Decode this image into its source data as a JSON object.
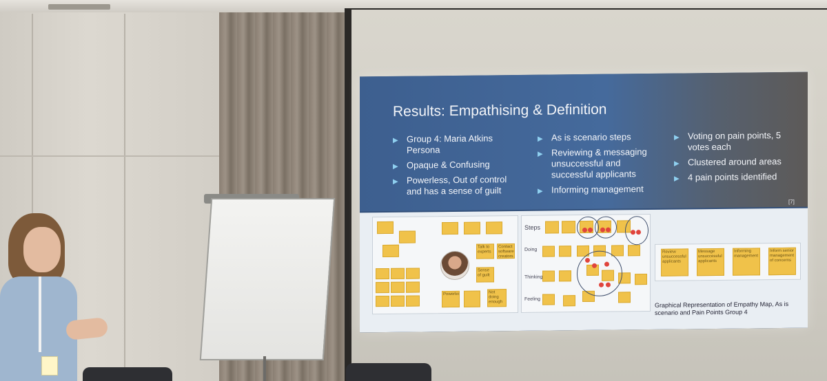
{
  "slide": {
    "title": "Results: Empathising & Definition",
    "columns": [
      {
        "items": [
          "Group 4: Maria Atkins Persona",
          "Opaque & Confusing",
          "Powerless, Out of control and has a sense of guilt"
        ]
      },
      {
        "items": [
          "As is scenario steps",
          "Reviewing & messaging unsuccessful and successful applicants",
          "Informing management"
        ]
      },
      {
        "items": [
          "Voting on pain points, 5 votes each",
          "Clustered around areas",
          "4 pain points identified"
        ]
      }
    ],
    "page_number": "[7]",
    "bullet_glyph": "▶",
    "caption": "Graphical Representation of Empathy Map, As is scenario and Pain Points Group 4",
    "board": {
      "persona_stickies": [
        "Talk to experts",
        "Contact software creators",
        "Sense of guilt",
        "Powerless",
        "Not doing enough"
      ],
      "row_labels": [
        "Steps",
        "Doing",
        "Thinking",
        "Feeling"
      ],
      "pain_points": [
        "Review unsuccessful applicants",
        "Message unsuccessful applicants",
        "Informing management",
        "Inform senior management of concerns"
      ]
    }
  },
  "colors": {
    "slide_bg": "#33507a",
    "sticky": "#f0c24a",
    "vote_dot": "#e0443c",
    "board_bg": "#e9eef3"
  }
}
